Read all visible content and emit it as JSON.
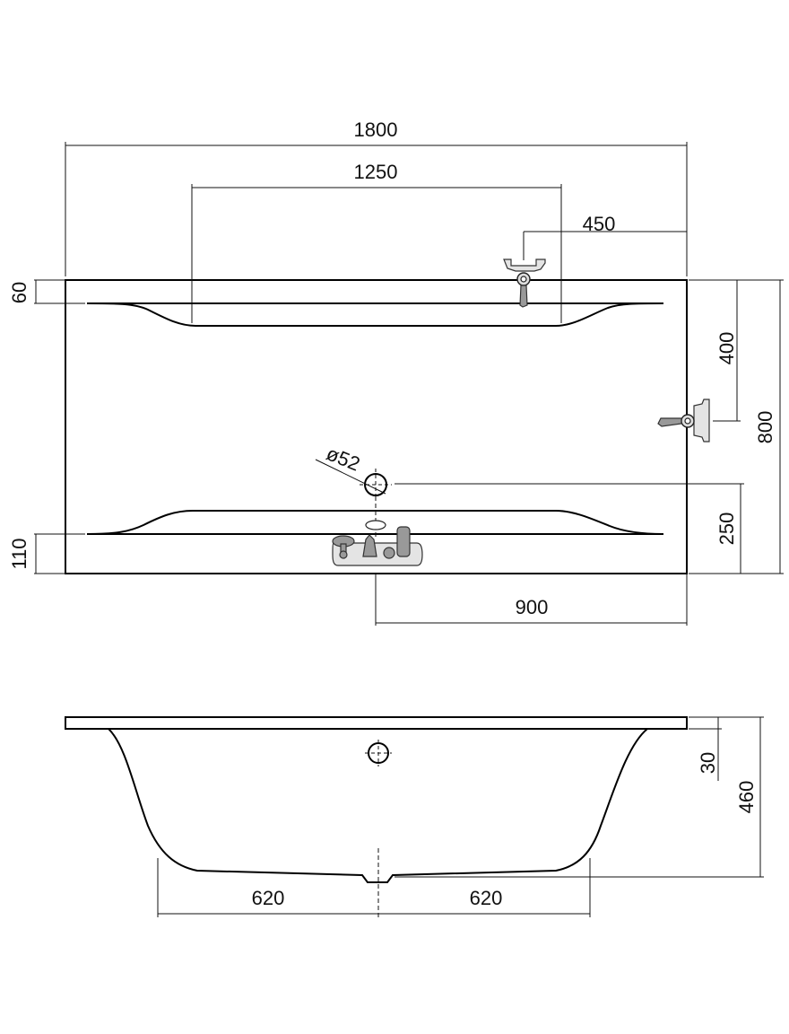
{
  "diagram": {
    "top_view": {
      "overall_length": "1800",
      "inner_length": "1250",
      "valve_offset": "450",
      "top_rim": "60",
      "valve_spacing": "400",
      "overall_width": "800",
      "drain_diameter": "ø52",
      "drain_offset": "250",
      "bottom_rim": "110",
      "drain_position": "900"
    },
    "side_view": {
      "rim_height": "30",
      "total_height": "460",
      "left_base": "620",
      "right_base": "620"
    }
  }
}
